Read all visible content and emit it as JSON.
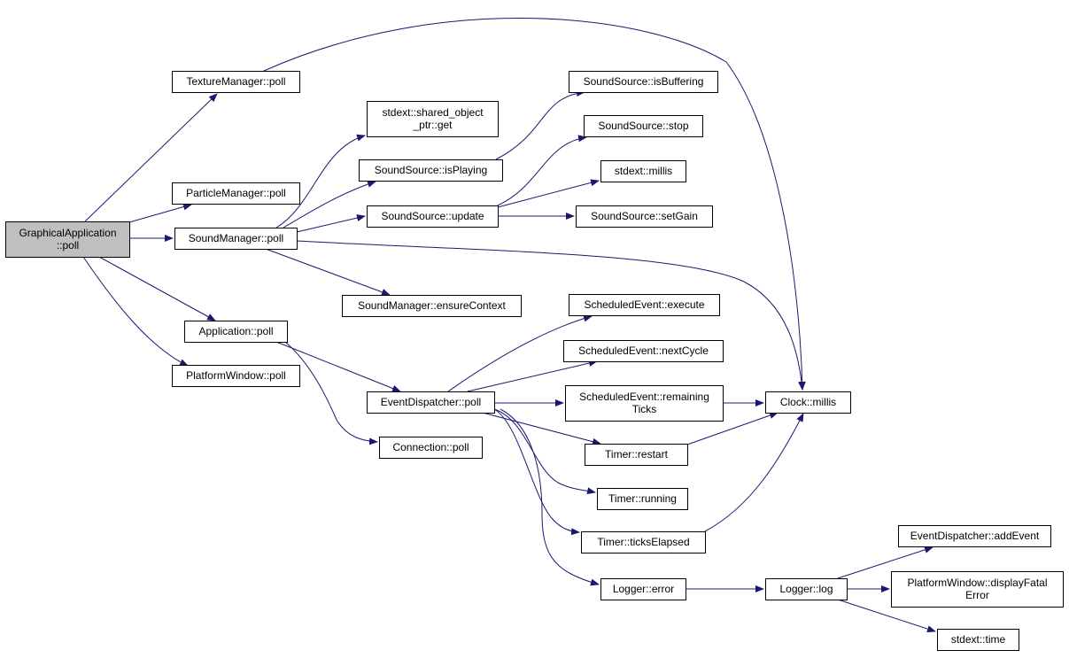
{
  "colors": {
    "edge": "#191970",
    "node_fill": "#ffffff",
    "root_fill": "#bfbfbf",
    "border": "#000000"
  },
  "nodes": [
    {
      "id": "ga_poll",
      "lines": [
        "GraphicalApplication",
        "::poll"
      ],
      "root": true
    },
    {
      "id": "texmgr_poll",
      "lines": [
        "TextureManager::poll"
      ]
    },
    {
      "id": "partmgr_poll",
      "lines": [
        "ParticleManager::poll"
      ]
    },
    {
      "id": "soundmgr_poll",
      "lines": [
        "SoundManager::poll"
      ]
    },
    {
      "id": "app_poll",
      "lines": [
        "Application::poll"
      ]
    },
    {
      "id": "platwin_poll",
      "lines": [
        "PlatformWindow::poll"
      ]
    },
    {
      "id": "shared_get",
      "lines": [
        "stdext::shared_object",
        "_ptr::get"
      ]
    },
    {
      "id": "ss_isplaying",
      "lines": [
        "SoundSource::isPlaying"
      ]
    },
    {
      "id": "ss_update",
      "lines": [
        "SoundSource::update"
      ]
    },
    {
      "id": "sm_ensurecontext",
      "lines": [
        "SoundManager::ensureContext"
      ]
    },
    {
      "id": "evd_poll",
      "lines": [
        "EventDispatcher::poll"
      ]
    },
    {
      "id": "conn_poll",
      "lines": [
        "Connection::poll"
      ]
    },
    {
      "id": "ss_isbuffering",
      "lines": [
        "SoundSource::isBuffering"
      ]
    },
    {
      "id": "ss_stop",
      "lines": [
        "SoundSource::stop"
      ]
    },
    {
      "id": "stdext_millis",
      "lines": [
        "stdext::millis"
      ]
    },
    {
      "id": "ss_setgain",
      "lines": [
        "SoundSource::setGain"
      ]
    },
    {
      "id": "se_execute",
      "lines": [
        "ScheduledEvent::execute"
      ]
    },
    {
      "id": "se_nextcycle",
      "lines": [
        "ScheduledEvent::nextCycle"
      ]
    },
    {
      "id": "se_remaining",
      "lines": [
        "ScheduledEvent::remaining",
        "Ticks"
      ]
    },
    {
      "id": "timer_restart",
      "lines": [
        "Timer::restart"
      ]
    },
    {
      "id": "timer_running",
      "lines": [
        "Timer::running"
      ]
    },
    {
      "id": "timer_ticks",
      "lines": [
        "Timer::ticksElapsed"
      ]
    },
    {
      "id": "logger_error",
      "lines": [
        "Logger::error"
      ]
    },
    {
      "id": "clock_millis",
      "lines": [
        "Clock::millis"
      ]
    },
    {
      "id": "logger_log",
      "lines": [
        "Logger::log"
      ]
    },
    {
      "id": "evd_addevent",
      "lines": [
        "EventDispatcher::addEvent"
      ]
    },
    {
      "id": "pw_displayfatal",
      "lines": [
        "PlatformWindow::displayFatal",
        "Error"
      ]
    },
    {
      "id": "stdext_time",
      "lines": [
        "stdext::time"
      ]
    }
  ],
  "edges": [
    {
      "from": "ga_poll",
      "to": "texmgr_poll"
    },
    {
      "from": "ga_poll",
      "to": "partmgr_poll"
    },
    {
      "from": "ga_poll",
      "to": "soundmgr_poll"
    },
    {
      "from": "ga_poll",
      "to": "app_poll"
    },
    {
      "from": "ga_poll",
      "to": "platwin_poll"
    },
    {
      "from": "texmgr_poll",
      "to": "clock_millis"
    },
    {
      "from": "soundmgr_poll",
      "to": "shared_get"
    },
    {
      "from": "soundmgr_poll",
      "to": "ss_isplaying"
    },
    {
      "from": "soundmgr_poll",
      "to": "ss_update"
    },
    {
      "from": "soundmgr_poll",
      "to": "sm_ensurecontext"
    },
    {
      "from": "soundmgr_poll",
      "to": "clock_millis"
    },
    {
      "from": "ss_isplaying",
      "to": "ss_isbuffering"
    },
    {
      "from": "ss_update",
      "to": "ss_stop"
    },
    {
      "from": "ss_update",
      "to": "stdext_millis"
    },
    {
      "from": "ss_update",
      "to": "ss_setgain"
    },
    {
      "from": "app_poll",
      "to": "evd_poll"
    },
    {
      "from": "app_poll",
      "to": "conn_poll"
    },
    {
      "from": "evd_poll",
      "to": "se_execute"
    },
    {
      "from": "evd_poll",
      "to": "se_nextcycle"
    },
    {
      "from": "evd_poll",
      "to": "se_remaining"
    },
    {
      "from": "evd_poll",
      "to": "timer_restart"
    },
    {
      "from": "evd_poll",
      "to": "timer_running"
    },
    {
      "from": "evd_poll",
      "to": "timer_ticks"
    },
    {
      "from": "evd_poll",
      "to": "logger_error"
    },
    {
      "from": "se_remaining",
      "to": "clock_millis"
    },
    {
      "from": "timer_restart",
      "to": "clock_millis"
    },
    {
      "from": "timer_ticks",
      "to": "clock_millis"
    },
    {
      "from": "logger_error",
      "to": "logger_log"
    },
    {
      "from": "logger_log",
      "to": "evd_addevent"
    },
    {
      "from": "logger_log",
      "to": "pw_displayfatal"
    },
    {
      "from": "logger_log",
      "to": "stdext_time"
    }
  ]
}
